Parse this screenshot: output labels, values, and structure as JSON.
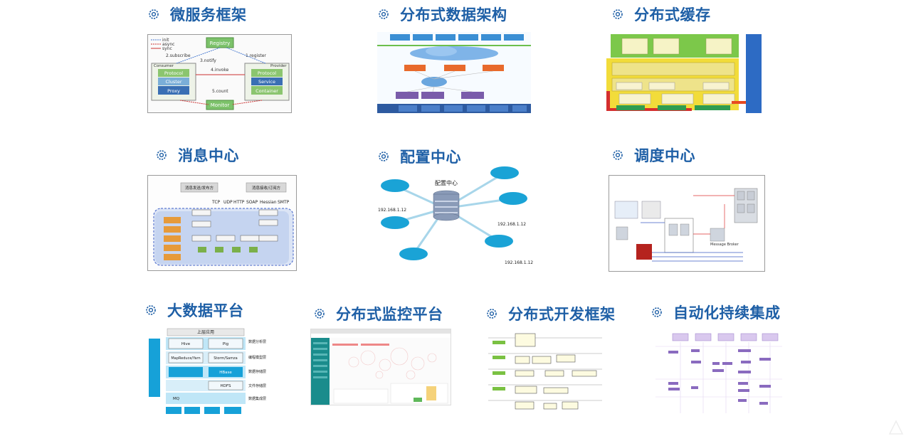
{
  "colors": {
    "accent": "#1e5fa6",
    "brand_blue": "#1e5fa6"
  },
  "tiles": [
    {
      "title": "微服务框架",
      "icon": "gear-icon"
    },
    {
      "title": "分布式数据架构",
      "icon": "gear-icon"
    },
    {
      "title": "分布式缓存",
      "icon": "gear-icon"
    },
    {
      "title": "消息中心",
      "icon": "gear-icon"
    },
    {
      "title": "配置中心",
      "icon": "gear-icon"
    },
    {
      "title": "调度中心",
      "icon": "gear-icon"
    },
    {
      "title": "大数据平台",
      "icon": "gear-icon"
    },
    {
      "title": "分布式监控平台",
      "icon": "gear-icon"
    },
    {
      "title": "分布式开发框架",
      "icon": "gear-icon"
    },
    {
      "title": "自动化持续集成",
      "icon": "gear-icon"
    }
  ],
  "microservice": {
    "legend": [
      "init",
      "async",
      "sync"
    ],
    "registry": "Registry",
    "consumer": "Consumer",
    "provider": "Provider",
    "protocol": "Protocol",
    "cluster": "Cluster",
    "proxy": "Proxy",
    "service": "Service",
    "container": "Container",
    "monitor": "Monitor",
    "steps": [
      "2.subscribe",
      "3.notify",
      "1.register",
      "4.invoke",
      "5.count"
    ]
  },
  "message_center": {
    "publisher": "消息发送/发布方",
    "subscriber": "消息接收/订阅方",
    "protocols": [
      "TCP",
      "UDP",
      "HTTP",
      "SOAP",
      "Hessian",
      "SMTP"
    ]
  },
  "config_center": {
    "center": "配置中心",
    "ip": "192.168.1.12"
  },
  "scheduler": {
    "broker": "Message Broker"
  },
  "bigdata": {
    "top": "上层应用",
    "cells": [
      "Hive",
      "Pig",
      "MapReduce/Yarn",
      "Storm/Samza",
      "HBase",
      "HDFS",
      "MQ"
    ],
    "layers": [
      "数据分析层",
      "编程模型层",
      "数据存储层",
      "文件存储层",
      "数据集成层"
    ]
  }
}
